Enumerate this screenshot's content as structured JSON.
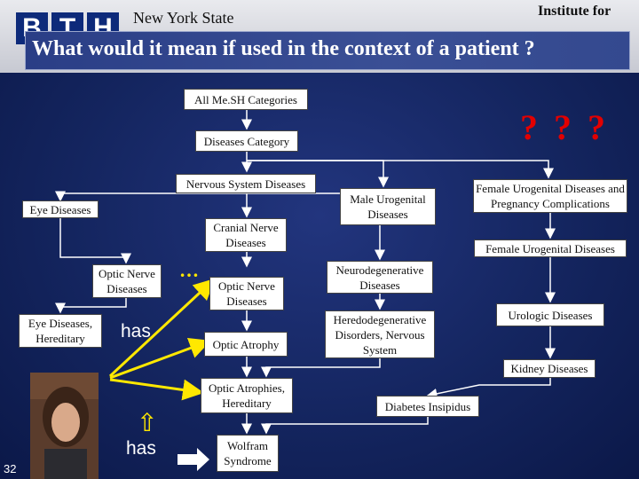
{
  "header": {
    "logo_letters": [
      "B",
      "T",
      "H"
    ],
    "org_left": "New York State",
    "org_right": "Institute for"
  },
  "title": "What would it mean if used in the context of a patient ?",
  "question_marks": "? ? ?",
  "page_number": "32",
  "ellipsis": "…",
  "has_labels": [
    "has",
    "has"
  ],
  "up_arrow": "⇧",
  "colors": {
    "background": "#14255f",
    "accent_yellow": "#ffe800",
    "alert_red": "#e10000"
  },
  "nodes": {
    "all_mesh": "All Me.SH Categories",
    "diseases_category": "Diseases Category",
    "nervous_system_diseases": "Nervous System Diseases",
    "eye_diseases": "Eye Diseases",
    "male_urogenital": "Male Urogenital Diseases",
    "female_urogenital_pregnancy": "Female Urogenital Diseases and Pregnancy Complications",
    "cranial_nerve": "Cranial Nerve Diseases",
    "female_urogenital": "Female Urogenital Diseases",
    "optic_nerve_left": "Optic Nerve Diseases",
    "optic_nerve_center": "Optic Nerve Diseases",
    "neurodegenerative": "Neurodegenerative Diseases",
    "eye_hereditary": "Eye Diseases, Hereditary",
    "optic_atrophy": "Optic Atrophy",
    "heredodegenerative": "Heredodegenerative Disorders, Nervous System",
    "urologic": "Urologic Diseases",
    "kidney": "Kidney Diseases",
    "optic_atrophies_hereditary": "Optic Atrophies, Hereditary",
    "diabetes_insipidus": "Diabetes Insipidus",
    "wolfram": "Wolfram Syndrome"
  }
}
